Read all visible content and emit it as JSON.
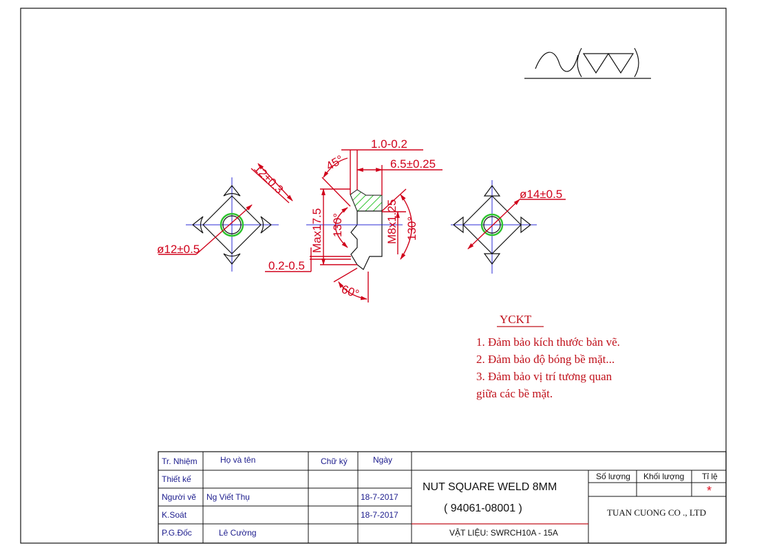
{
  "surface_finish_symbol": "~ (▽▽▽)",
  "dimensions": {
    "side_length": "12±0.3",
    "circle_diameter": "ø12±0.5",
    "chamfer_thickness": "1.0-0.2",
    "chamfer_angle": "45°",
    "height": "6.5±0.25",
    "max_width": "Max17.5",
    "angle_left": "130°",
    "angle_right": "130°",
    "thread": "M8x1.25",
    "projection": "0.2-0.5",
    "point_angle": "60°",
    "outer_diameter": "ø14±0.5"
  },
  "notes": {
    "title": "YCKT",
    "items": [
      "1. Đảm bảo kích thước bản vẽ.",
      "2. Đảm bảo độ bóng bề mặt...",
      "3. Đảm bảo vị trí tương quan",
      "giữa các bề mặt."
    ]
  },
  "title_block": {
    "headers": [
      "Tr. Nhiệm",
      "Họ và tên",
      "Chữ ký",
      "Ngày"
    ],
    "rows": [
      {
        "role": "Thiết kế",
        "name": "",
        "date": ""
      },
      {
        "role": "Người vẽ",
        "name": "Ng Viết Thụ",
        "date": "18-7-2017"
      },
      {
        "role": "K.Soát",
        "name": "",
        "date": "18-7-2017"
      },
      {
        "role": "P.G.Đốc",
        "name": "Lê Cường",
        "date": ""
      }
    ],
    "part_name": "NUT SQUARE WELD 8MM",
    "part_number": "( 94061-08001 )",
    "material": "VẬT LIỆU: SWRCH10A - 15A",
    "quantity_label": "Số lượng",
    "weight_label": "Khối lượng",
    "scale_label": "Tỉ lệ",
    "scale_value": "*",
    "company": "TUAN CUONG CO ., LTD"
  },
  "colors": {
    "dimension": "#d0021b",
    "centerline": "#2b2bd6",
    "hatch": "#2ec42e"
  }
}
